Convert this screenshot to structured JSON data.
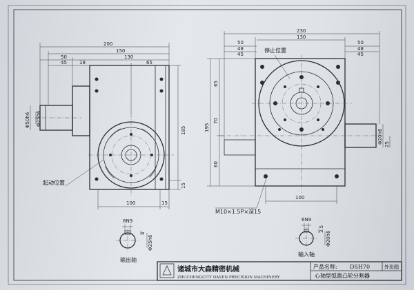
{
  "left_view": {
    "dims_top": [
      "200",
      "150",
      "50",
      "45",
      "18",
      "130",
      "65"
    ],
    "dims_left": [
      "Φ50h6",
      "Φ25h6"
    ],
    "dim_right": "185",
    "dim_right_small": "15",
    "dims_bottom": [
      "100",
      "15"
    ],
    "label_start": "起动位置"
  },
  "right_view": {
    "dims_top": [
      "230",
      "130",
      "50",
      "48",
      "45",
      "50",
      "48",
      "45"
    ],
    "label_stop": "停止位置",
    "dims_left": [
      "195",
      "65",
      "70",
      "60"
    ],
    "dims_right": [
      "Φ20h6",
      "25"
    ],
    "dim_bottom": "100",
    "thread_note": "M10×1.5P×深15"
  },
  "output_shaft": {
    "key": "8N9",
    "dims": [
      "4",
      "Φ25h6"
    ],
    "label": "输出轴"
  },
  "input_shaft": {
    "key": "6N9",
    "dims": [
      "3.5",
      "Φ20h6"
    ],
    "label": "输入轴"
  },
  "title_block": {
    "company_cn": "诸城市大森精密机械",
    "company_en": "ZHUCHENGCITY DASEN PRECISION MACHINERY",
    "product_label": "产品名称:",
    "model": "DSH70",
    "drawing_type": "外形图",
    "product_name": "心轴型弧面凸轮分割器"
  }
}
